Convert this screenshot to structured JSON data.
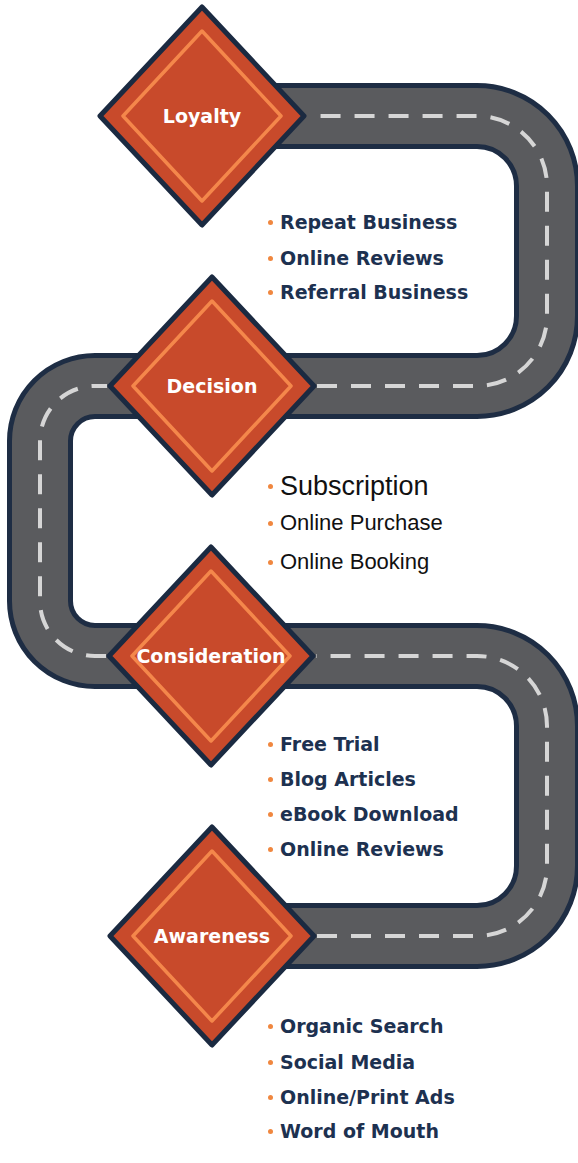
{
  "diagram": {
    "nodes": [
      {
        "text": [
          "Loyalty"
        ]
      },
      {
        "text": [
          "Decision"
        ]
      },
      {
        "text": [
          "Consideration"
        ]
      },
      {
        "text": [
          "Awareness"
        ]
      }
    ],
    "edges": [
      {
        "from": 3,
        "to": 2,
        "arrow": "none"
      },
      {
        "from": 2,
        "to": 1,
        "arrow": "none"
      },
      {
        "from": 1,
        "to": 0,
        "arrow": "none"
      }
    ],
    "labels": [
      "Repeat Business",
      "Online Reviews",
      "Referral Business",
      "Subscription",
      "Online Purchase",
      "Online Booking",
      "Free Trial",
      "Blog Articles",
      "eBook Download",
      "Online Reviews",
      "Organic Search",
      "Social Media",
      "Online/Print Ads",
      "Word of Mouth"
    ]
  }
}
